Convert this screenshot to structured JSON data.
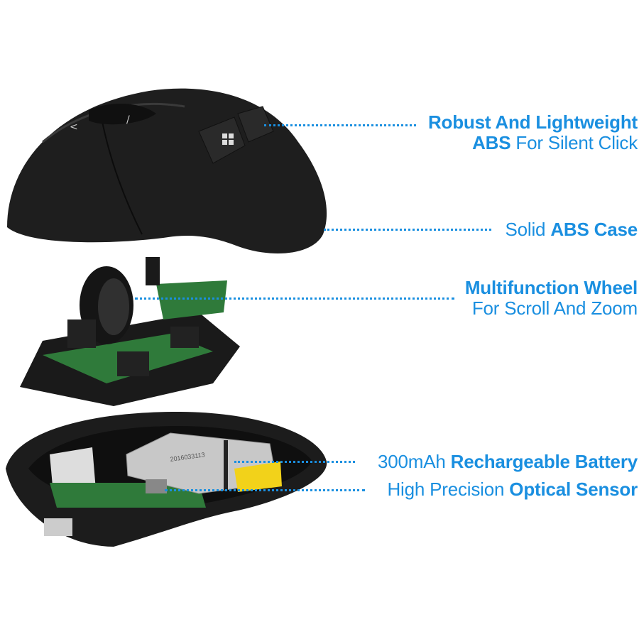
{
  "colors": {
    "accent": "#1a8fe0",
    "mouse_body": "#1c1c1c",
    "pcb": "#2f7a3a",
    "battery_label": "#f2d21a"
  },
  "callouts": [
    {
      "parts": [
        {
          "text": "Robust And Lightweight",
          "bold": true
        }
      ],
      "line2": [
        {
          "text": "ABS",
          "bold": true
        },
        {
          "text": " For Silent Click",
          "bold": false
        }
      ]
    },
    {
      "parts": [
        {
          "text": "Solid ",
          "bold": false
        },
        {
          "text": "ABS Case",
          "bold": true
        }
      ]
    },
    {
      "parts": [
        {
          "text": "Multifunction Wheel",
          "bold": true
        }
      ],
      "line2": [
        {
          "text": "For Scroll And Zoom",
          "bold": false
        }
      ]
    },
    {
      "parts": [
        {
          "text": "300mAh ",
          "bold": false
        },
        {
          "text": "Rechargeable Battery",
          "bold": true
        }
      ]
    },
    {
      "parts": [
        {
          "text": "High Precision ",
          "bold": false
        },
        {
          "text": "Optical Sensor",
          "bold": true
        }
      ]
    }
  ],
  "battery_print": "2016033113"
}
